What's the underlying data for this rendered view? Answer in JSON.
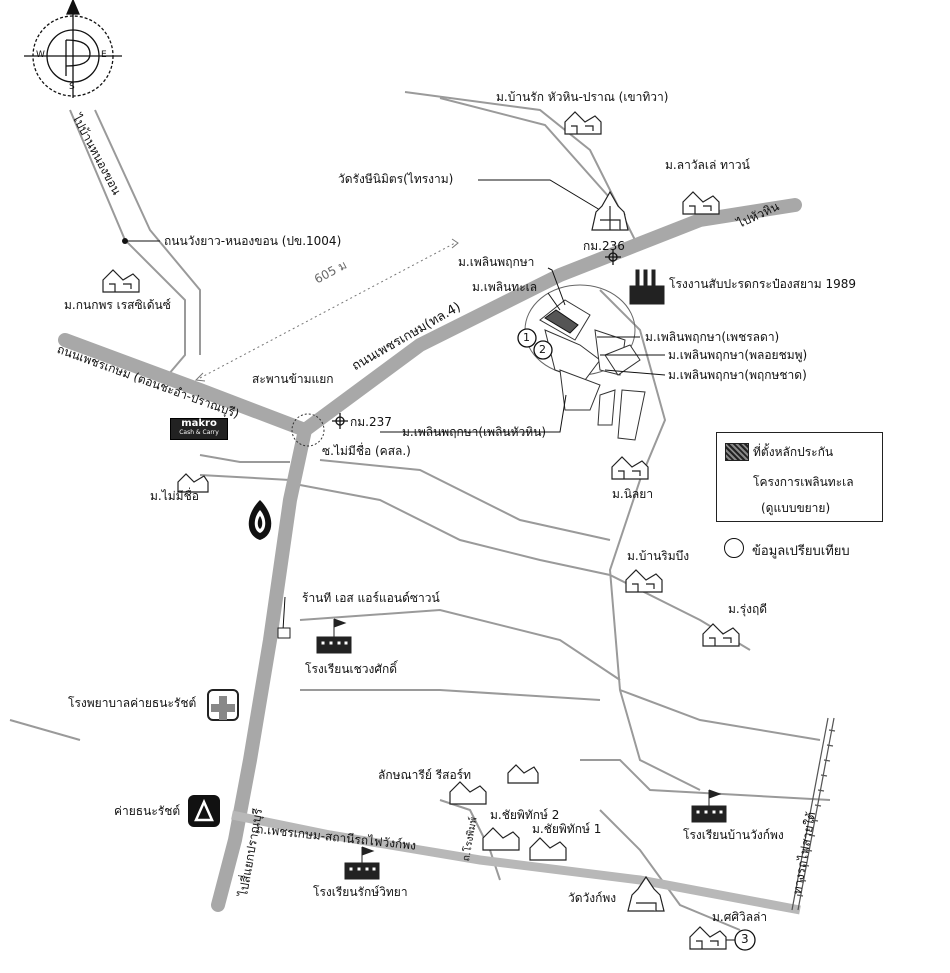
{
  "compass": {
    "n": "N",
    "e": "E",
    "s": "S",
    "w": "W"
  },
  "legend": {
    "project_label_1": "ที่ตั้งหลักประกัน",
    "project_label_2": "โครงการเพลินทะเล",
    "project_label_3": "(ดูแบบขยาย)",
    "compare_label": "ข้อมูลเปรียบเทียบ"
  },
  "roads": {
    "to_nongkhon": "ไปบ้านหนองขอน",
    "wangyao_nongkhon": "ถนนวังยาว-หนองขอน (ปข.1004)",
    "distance": "605 ม",
    "petchkasem_main": "ถนนเพชรเกษม(ทล.4)",
    "petchkasem_cha_am": "ถนนเพชรเกษม (ตอนชะอำ-ปราณบุรี)",
    "to_huahin": "ไปหัวหิน",
    "to_pranburi": "ไปสี่แยกปราณบุรี",
    "petchkasem_station": "ถ.เพชรเกษม-สถานีรถไฟวังก์พง",
    "railway": "ทางรถไฟสายใต้",
    "soi_mai_mi_chue": "ซ.ไม่มีชื่อ (คสล.)",
    "road_khongpim": "ถ.โรงพิมพ์"
  },
  "places": {
    "banrak": "ม.บ้านรัก หัวหิน-ปราณ (เขาทิวา)",
    "lavalle": "ม.ลาวัลเล่ ทาวน์",
    "wat_rang": "วัดรังษีนิมิตร(ไทรงาม)",
    "km236": "กม.236",
    "cannery": "โรงงานสับปะรดกระป๋องสยาม 1989",
    "ploen_prueksa": "ม.เพลินพฤกษา",
    "ploen_talay": "ม.เพลินทะเล",
    "ploen_petchlada": "ม.เพลินพฤกษา(เพชรลดา)",
    "ploen_ploychompoo": "ม.เพลินพฤกษา(พลอยชมพู)",
    "ploen_prueksachat": "ม.เพลินพฤกษา(พฤกษชาด)",
    "ploen_huahin": "ม.เพลินพฤกษา(เพลินหัวหิน)",
    "kanokporn": "ม.กนกพร เรสซิเด้นซ์",
    "bridge": "สะพานข้ามแยก",
    "km237": "กม.237",
    "makro_name": "makro",
    "makro_sub": "Cash & Carry",
    "mai_mi_chue": "ม.ไม่มีชื่อ",
    "nilaya": "ม.นิลยา",
    "ban_rim_bueng": "ม.บ้านริมบึง",
    "rungrudee": "ม.รุ่งฤดี",
    "ts_air": "ร้านที เอส แอร์แอนด์ซาวน์",
    "school_cheng": "โรงเรียนเชวงศักดิ์",
    "hospital": "โรงพยาบาลค่ายธนะรัชต์",
    "camp": "ค่ายธนะรัชต์",
    "laksanaree": "ลักษณารีย์ รีสอร์ท",
    "chaiyapitak2": "ม.ชัยพิทักษ์ 2",
    "chaiyapitak1": "ม.ชัยพิทักษ์ 1",
    "school_wangkong": "โรงเรียนบ้านวังก์พง",
    "school_rak": "โรงเรียนรักษ์วิทยา",
    "wat_wangkong": "วัดวังก์พง",
    "sirila": "ม.ศศิวิลล่า"
  },
  "markers": {
    "m1": "1",
    "m2": "2",
    "m3": "3"
  }
}
